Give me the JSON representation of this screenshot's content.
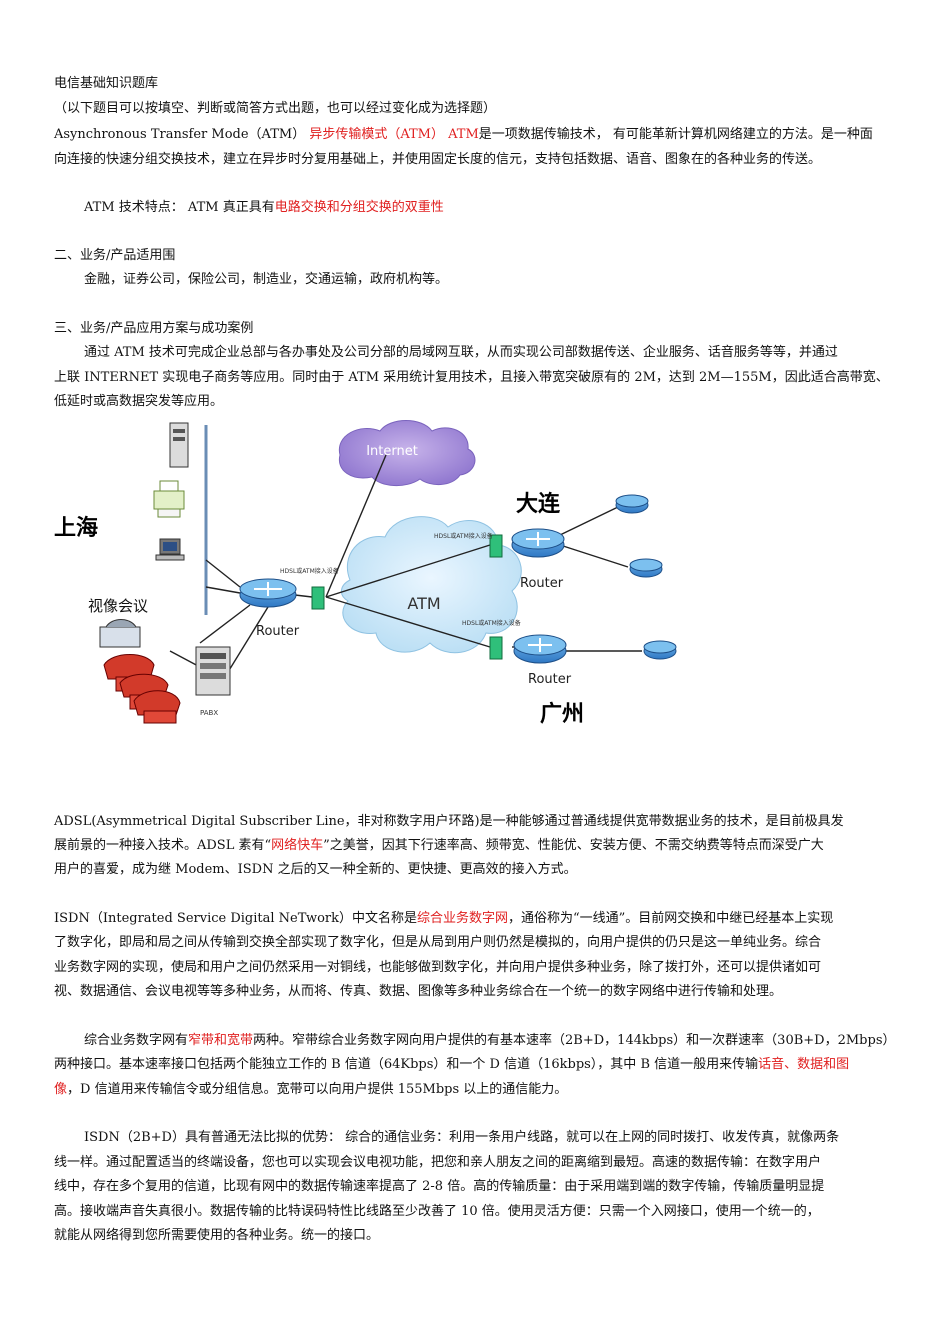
{
  "doc": {
    "title": "电信基础知识题库",
    "subtitle": "（以下题目可以按填空、判断或简答方式出题，也可以经过变化成为选择题）",
    "atm": {
      "l1_a": "Asynchronous Transfer Mode（ATM）",
      "l1_b": " 异步传输模式（ATM） ATM",
      "l1_c": "是一项数据传输技术， 有可能革新计算机网络建立的方法。是一种面",
      "l2": "向连接的快速分组交换技术，建立在异步时分复用基础上，并使用固定长度的信元，支持包括数据、语音、图象在的各种业务的传送。",
      "feature_a": "ATM 技术特点： ATM 真正具有",
      "feature_b": "电路交换和分组交换的双重性"
    },
    "sec2": {
      "heading": "二、业务/产品适用围",
      "body": "金融，证券公司，保险公司，制造业，交通运输，政府机构等。"
    },
    "sec3": {
      "heading": "三、业务/产品应用方案与成功案例",
      "p1": "通过 ATM 技术可完成企业总部与各办事处及公司分部的局域网互联，从而实现公司部数据传送、企业服务、话音服务等等，并通过",
      "p2": "上联 INTERNET 实现电子商务等应用。同时由于 ATM 采用统计复用技术，且接入带宽突破原有的 2M，达到 2M—155M，因此适合高带宽、",
      "p3": "低延时或高数据突发等应用。"
    },
    "diagram": {
      "internet": "Internet",
      "atm": "ATM",
      "shanghai": "上海",
      "dalian": "大连",
      "guangzhou": "广州",
      "video_conf": "视像会议",
      "router_sh": "Router",
      "router_dl": "Router",
      "router_gz": "Router",
      "access_dev_1": "HDSL或ATM接入设备",
      "access_dev_2": "HDSL或ATM接入设备",
      "access_dev_3": "HDSL或ATM接入设备",
      "pabx": "PABX"
    },
    "adsl": {
      "l1": "ADSL(Asymmetrical Digital Subscriber Line，非对称数字用户环路)是一种能够通过普通线提供宽带数据业务的技术，是目前极具发",
      "l2_a": "展前景的一种接入技术。ADSL 素有“",
      "l2_b": "网络快车",
      "l2_c": "”之美誉，因其下行速率高、频带宽、性能优、安装方便、不需交纳费等特点而深受广大",
      "l3": "用户的喜爱，成为继 Modem、ISDN 之后的又一种全新的、更快捷、更高效的接入方式。"
    },
    "isdn": {
      "l1_a": "ISDN（Integrated Service Digital NeTwork）中文名称是",
      "l1_b": "综合业务数字网",
      "l1_c": "，通俗称为“一线通”。目前网交换和中继已经基本上实现",
      "l2": "了数字化，即局和局之间从传输到交换全部实现了数字化，但是从局到用户则仍然是模拟的，向用户提供的仍只是这一单纯业务。综合",
      "l3": "业务数字网的实现，使局和用户之间仍然采用一对铜线，也能够做到数字化，并向用户提供多种业务，除了拨打外，还可以提供诸如可",
      "l4": "视、数据通信、会议电视等等多种业务，从而将、传真、数据、图像等多种业务综合在一个统一的数字网络中进行传输和处理。"
    },
    "isdn2": {
      "l1_a": "综合业务数字网有",
      "l1_b": "窄带和宽带",
      "l1_c": "两种。窄带综合业务数字网向用户提供的有基本速率（2B+D，144kbps）和一次群速率（30B+D，2Mbps）",
      "l2_a": "两种接口。基本速率接口包括两个能独立工作的 B 信道（64Kbps）和一个 D 信道（16kbps），其中 B 信道一般用来传输",
      "l2_b": "话音、数据和图",
      "l3_a": "像",
      "l3_b": "，D 信道用来传输信令或分组信息。宽带可以向用户提供 155Mbps 以上的通信能力。"
    },
    "isdn3": {
      "l1": "ISDN（2B+D）具有普通无法比拟的优势： 综合的通信业务：利用一条用户线路，就可以在上网的同时拨打、收发传真，就像两条",
      "l2": "线一样。通过配置适当的终端设备，您也可以实现会议电视功能，把您和亲人朋友之间的距离缩到最短。高速的数据传输：在数字用户",
      "l3": "线中，存在多个复用的信道，比现有网中的数据传输速率提高了 2-8 倍。高的传输质量：由于采用端到端的数字传输，传输质量明显提",
      "l4": "高。接收端声音失真很小。数据传输的比特误码特性比线路至少改善了 10 倍。使用灵活方便：只需一个入网接口，使用一个统一的，",
      "l5": "就能从网络得到您所需要使用的各种业务。统一的接口。"
    }
  }
}
